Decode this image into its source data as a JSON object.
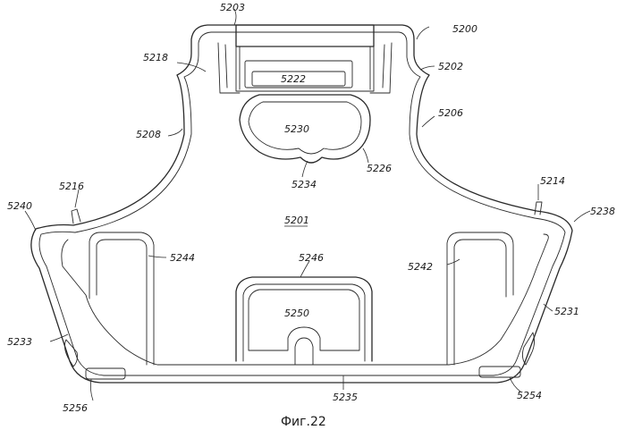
{
  "figure": {
    "caption": "Фиг.22",
    "labels": {
      "l5200": "5200",
      "l5201": "5201",
      "l5202": "5202",
      "l5203": "5203",
      "l5206": "5206",
      "l5208": "5208",
      "l5214": "5214",
      "l5216": "5216",
      "l5218": "5218",
      "l5222": "5222",
      "l5226": "5226",
      "l5230": "5230",
      "l5231": "5231",
      "l5233": "5233",
      "l5234": "5234",
      "l5235": "5235",
      "l5238": "5238",
      "l5240": "5240",
      "l5242": "5242",
      "l5244": "5244",
      "l5246": "5246",
      "l5250": "5250",
      "l5254": "5254",
      "l5256": "5256"
    }
  }
}
